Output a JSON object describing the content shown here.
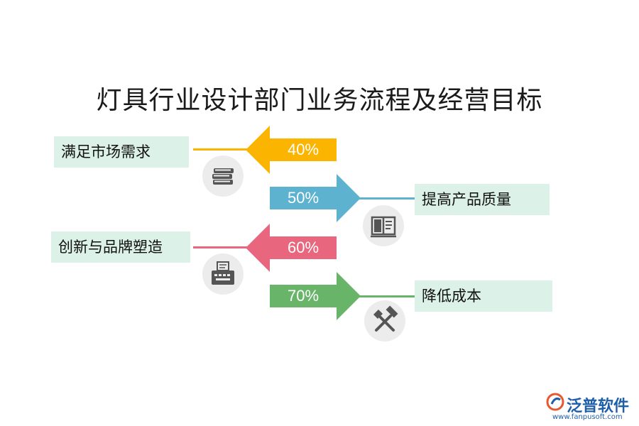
{
  "title": "灯具行业设计部门业务流程及经营目标",
  "items": [
    {
      "label": "满足市场需求",
      "percent": "40%",
      "color": "#fbb400",
      "icon": "books-icon"
    },
    {
      "label": "提高产品质量",
      "percent": "50%",
      "color": "#5cb2cf",
      "icon": "open-book-icon"
    },
    {
      "label": "创新与品牌塑造",
      "percent": "60%",
      "color": "#e8667e",
      "icon": "typewriter-icon"
    },
    {
      "label": "降低成本",
      "percent": "70%",
      "color": "#68b56a",
      "icon": "hammer-tools-icon"
    }
  ],
  "logo": {
    "name": "泛普软件",
    "url": "www.fanpusoft.com"
  }
}
